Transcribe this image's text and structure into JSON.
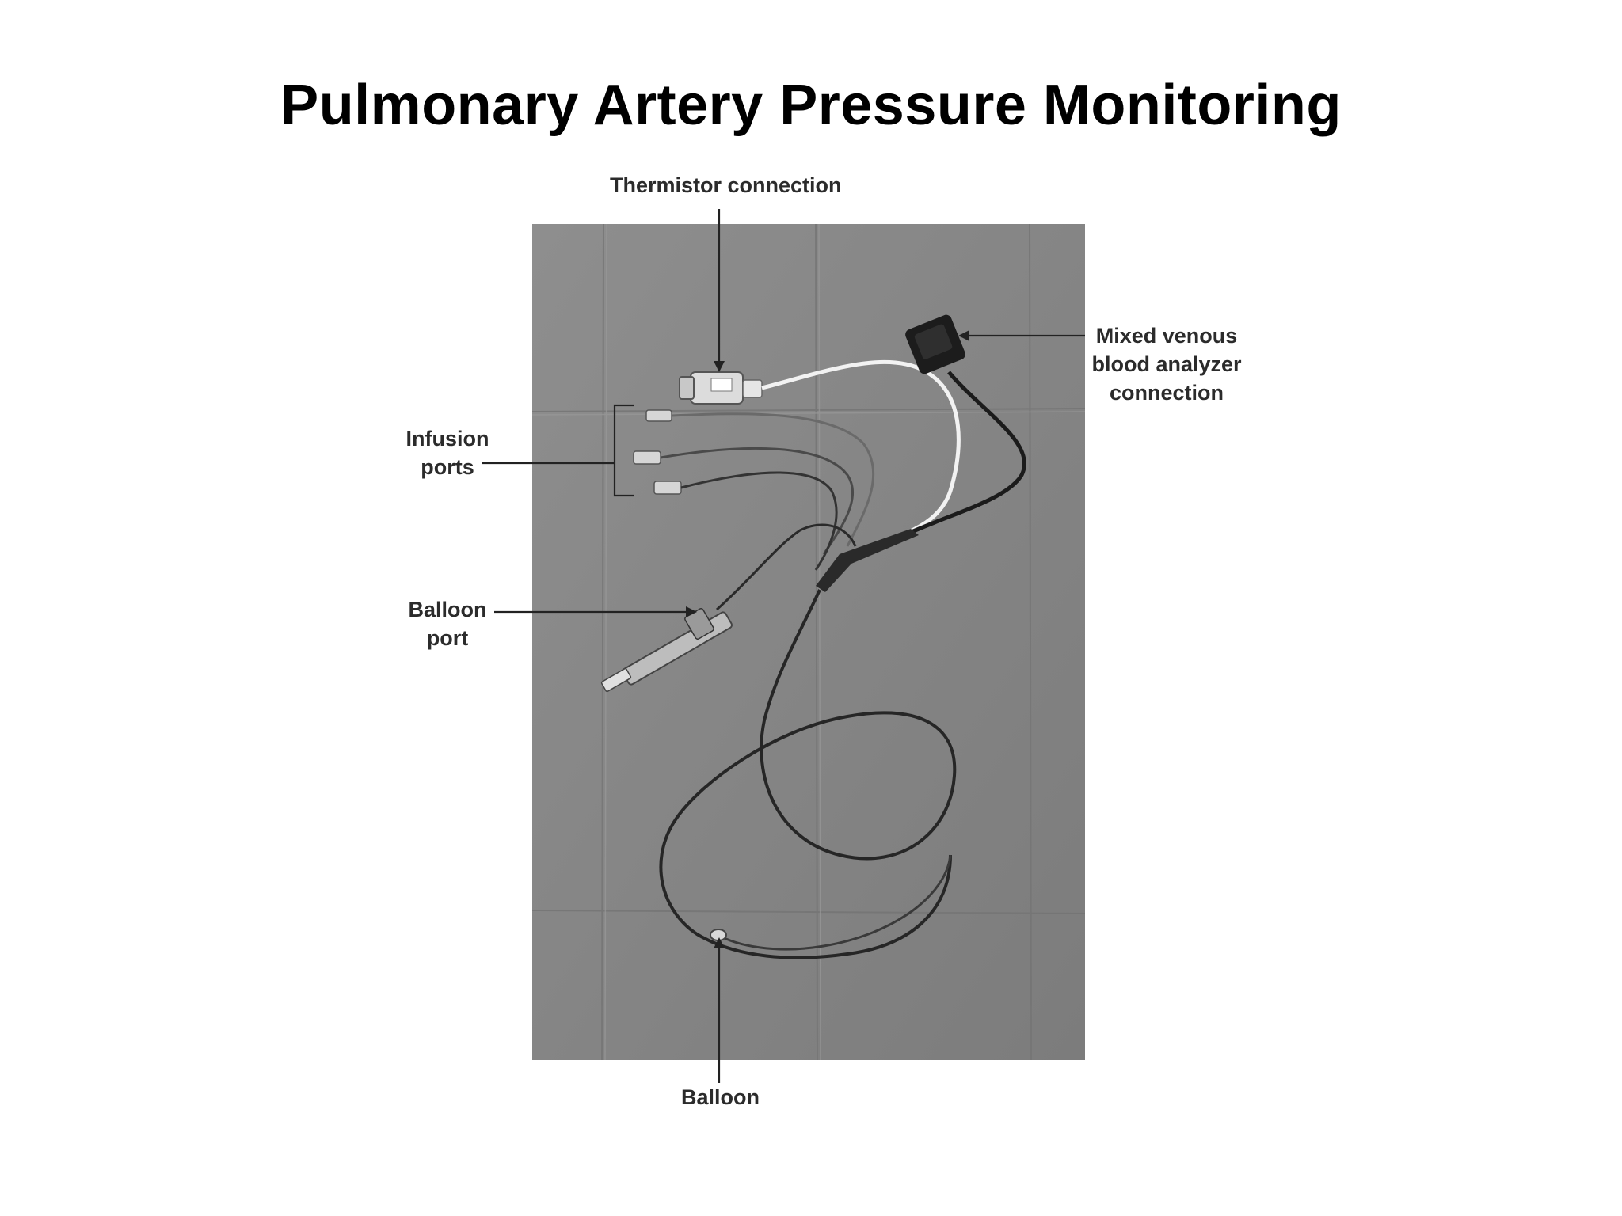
{
  "slide": {
    "title": "Pulmonary Artery Pressure Monitoring"
  },
  "figure": {
    "labels": {
      "thermistor": "Thermistor connection",
      "mixed_venous": [
        "Mixed venous",
        "blood analyzer",
        "connection"
      ],
      "infusion": [
        "Infusion",
        "ports"
      ],
      "balloon_port": [
        "Balloon",
        "port"
      ],
      "balloon": "Balloon"
    },
    "colors": {
      "drape": "#858585",
      "label_text": "#2b2b2b",
      "leader_line": "#222222"
    }
  }
}
